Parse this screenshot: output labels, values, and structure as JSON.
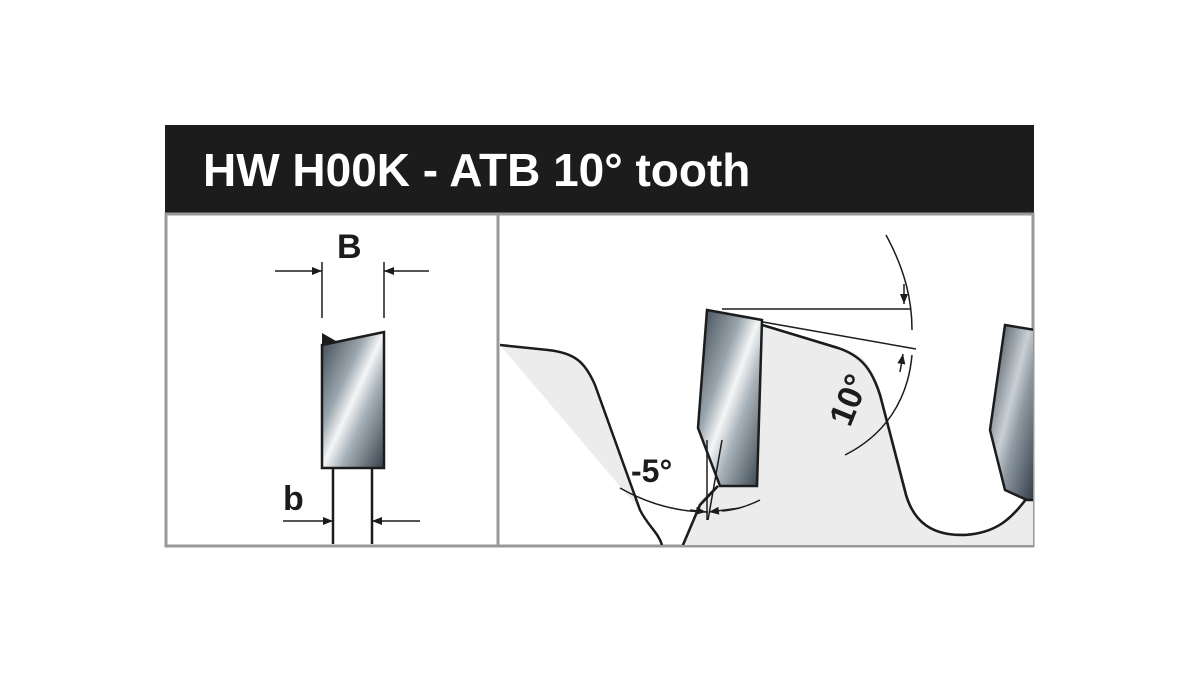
{
  "title": "HW H00K - ATB 10° tooth",
  "labels": {
    "kerf_width": "B",
    "body_thickness": "b",
    "hook_angle": "-5°",
    "bevel_angle": "10°"
  },
  "colors": {
    "frame": "#999999",
    "title_bg": "#1c1c1c",
    "blade_fill": "#ececec",
    "line": "#1c1c1c"
  }
}
